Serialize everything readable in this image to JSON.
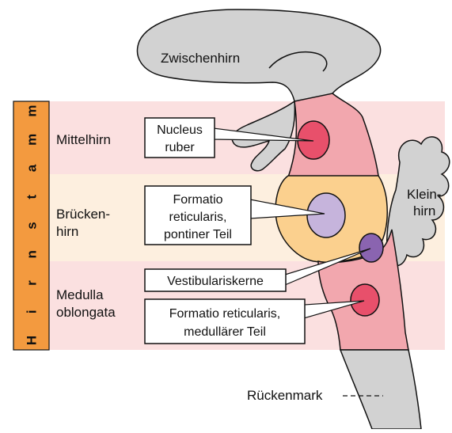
{
  "stem_label": "Hirnstamm",
  "regions": {
    "mittelhirn": {
      "label": "Mittelhirn"
    },
    "bruecke": {
      "line1": "Brücken-",
      "line2": "hirn"
    },
    "medulla": {
      "line1": "Medulla",
      "line2": "oblongata"
    }
  },
  "structures": {
    "zwischenhirn": "Zwischenhirn",
    "kleinhirn": {
      "line1": "Klein-",
      "line2": "hirn"
    },
    "rueckenmark": "Rückenmark"
  },
  "callouts": {
    "nucleus_ruber": {
      "line1": "Nucleus",
      "line2": "ruber"
    },
    "formatio_pontin": {
      "line1": "Formatio",
      "line2": "reticularis,",
      "line3": "pontiner Teil"
    },
    "vestibulariskerne": {
      "line1": "Vestibulariskerne"
    },
    "formatio_medull": {
      "line1": "Formatio reticularis,",
      "line2": "medullärer Teil"
    }
  },
  "colors": {
    "mittelhirn_band": "#fbe0e0",
    "bruecke_band": "#fdefdf",
    "medulla_band": "#fbe0e0",
    "stem_tab": "#f39a3f",
    "brain_gray": "#d2d2d2",
    "stem_pink": "#f2a7ae",
    "pons_orange": "#fbd08e",
    "nucleus_red": "#e8506b",
    "formatio_lilac": "#c6b4dc",
    "vestibular_purple": "#8a64b0"
  }
}
